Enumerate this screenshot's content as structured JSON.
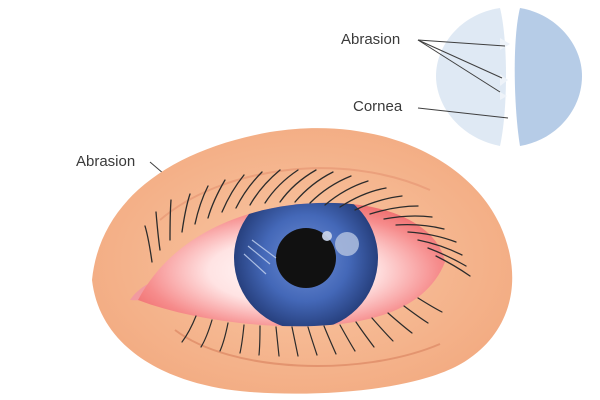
{
  "labels": {
    "abrasion_top": "Abrasion",
    "cornea": "Cornea",
    "abrasion_eye": "Abrasion"
  },
  "colors": {
    "skin": "#f6b791",
    "skin_dark": "#e89c77",
    "sclera_red": "#f07a7a",
    "iris": "#3d5fa8",
    "iris_dark": "#2a3f7a",
    "pupil": "#111111",
    "cornea_light": "#dde7f2",
    "cornea_dark": "#b7cce6",
    "lash": "#2b2b2b"
  }
}
